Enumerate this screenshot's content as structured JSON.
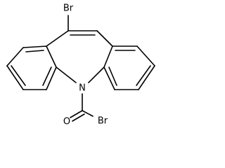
{
  "molecule": {
    "atom_labels": {
      "top_bromine": "Br",
      "ring_nitrogen": "N",
      "carbonyl_oxygen": "O",
      "acyl_bromine": "Br"
    }
  }
}
